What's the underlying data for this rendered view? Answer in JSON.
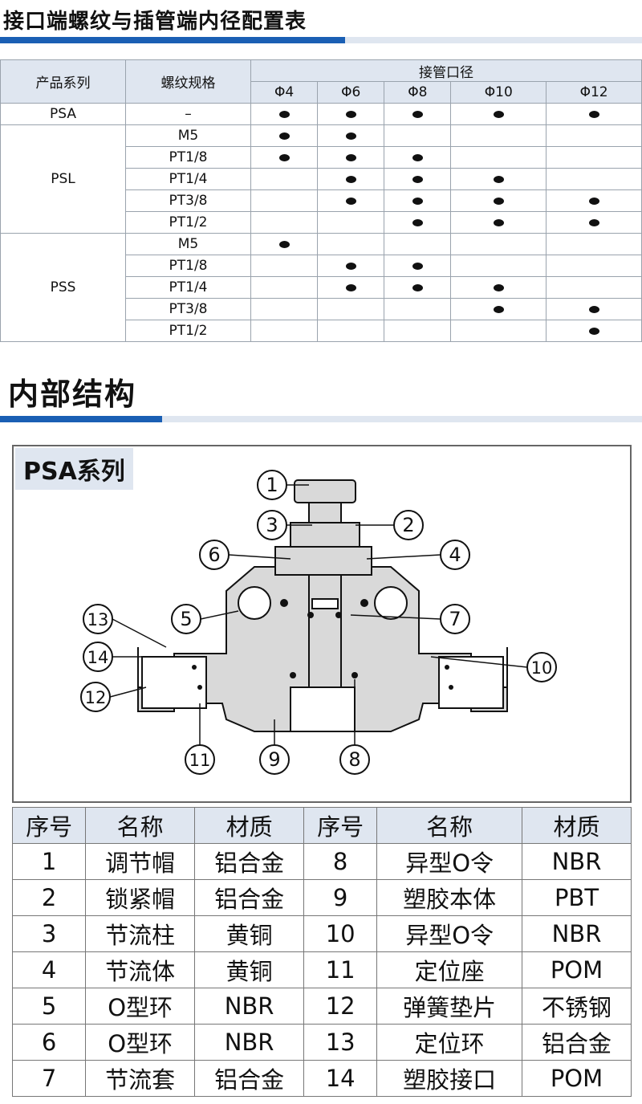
{
  "section1": {
    "title": "接口端螺纹与插管端内径配置表",
    "headers": {
      "series": "产品系列",
      "thread": "螺纹规格",
      "tube": "接管口径"
    },
    "diameters": [
      "Φ4",
      "Φ6",
      "Φ8",
      "Φ10",
      "Φ12"
    ],
    "groups": [
      {
        "series": "PSA",
        "rows": [
          {
            "thread": "–",
            "marks": [
              1,
              1,
              1,
              1,
              1
            ]
          }
        ]
      },
      {
        "series": "PSL",
        "rows": [
          {
            "thread": "M5",
            "marks": [
              1,
              1,
              0,
              0,
              0
            ]
          },
          {
            "thread": "PT1/8",
            "marks": [
              1,
              1,
              1,
              0,
              0
            ]
          },
          {
            "thread": "PT1/4",
            "marks": [
              0,
              1,
              1,
              1,
              0
            ]
          },
          {
            "thread": "PT3/8",
            "marks": [
              0,
              1,
              1,
              1,
              1
            ]
          },
          {
            "thread": "PT1/2",
            "marks": [
              0,
              0,
              1,
              1,
              1
            ]
          }
        ]
      },
      {
        "series": "PSS",
        "rows": [
          {
            "thread": "M5",
            "marks": [
              1,
              0,
              0,
              0,
              0
            ]
          },
          {
            "thread": "PT1/8",
            "marks": [
              0,
              1,
              1,
              0,
              0
            ]
          },
          {
            "thread": "PT1/4",
            "marks": [
              0,
              1,
              1,
              1,
              0
            ]
          },
          {
            "thread": "PT3/8",
            "marks": [
              0,
              0,
              0,
              1,
              1
            ]
          },
          {
            "thread": "PT1/2",
            "marks": [
              0,
              0,
              0,
              0,
              1
            ]
          }
        ]
      }
    ]
  },
  "section2": {
    "title": "内部结构",
    "diagram_label": "PSA系列",
    "callouts": [
      "1",
      "2",
      "3",
      "4",
      "5",
      "6",
      "7",
      "8",
      "9",
      "10",
      "11",
      "12",
      "13",
      "14"
    ]
  },
  "parts_table": {
    "headers": [
      "序号",
      "名称",
      "材质",
      "序号",
      "名称",
      "材质"
    ],
    "rows": [
      [
        "1",
        "调节帽",
        "铝合金",
        "8",
        "异型O令",
        "NBR"
      ],
      [
        "2",
        "锁紧帽",
        "铝合金",
        "9",
        "塑胶本体",
        "PBT"
      ],
      [
        "3",
        "节流柱",
        "黄铜",
        "10",
        "异型O令",
        "NBR"
      ],
      [
        "4",
        "节流体",
        "黄铜",
        "11",
        "定位座",
        "POM"
      ],
      [
        "5",
        "O型环",
        "NBR",
        "12",
        "弹簧垫片",
        "不锈钢"
      ],
      [
        "6",
        "O型环",
        "NBR",
        "13",
        "定位环",
        "铝合金"
      ],
      [
        "7",
        "节流套",
        "铝合金",
        "14",
        "塑胶接口",
        "POM"
      ]
    ]
  },
  "colors": {
    "accent": "#1a5fb4",
    "header_bg": "#dfe6f0",
    "body_fill": "#d9d9d9"
  }
}
